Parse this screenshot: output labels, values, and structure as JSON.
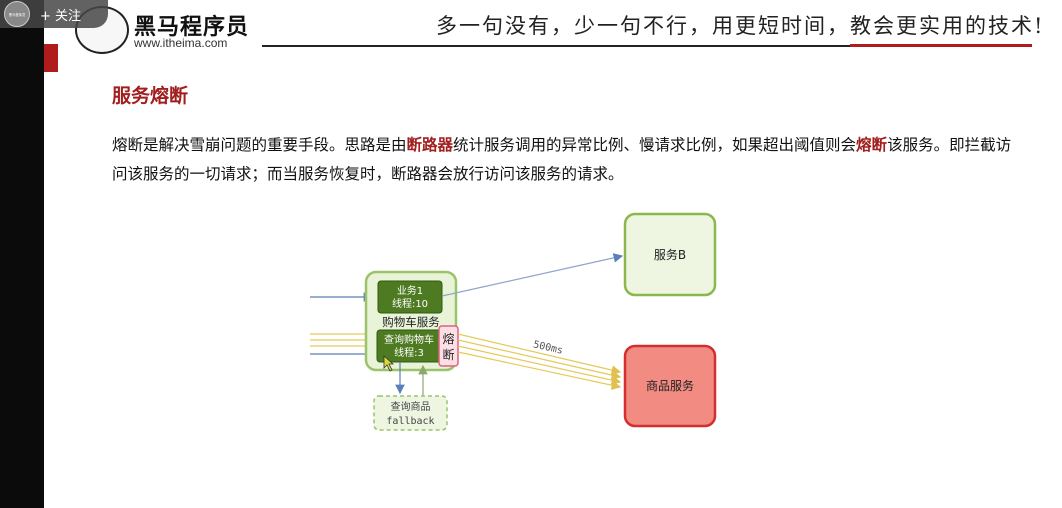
{
  "overlay": {
    "follow_label": "+ 关注",
    "avatar_text": "黑马程序员"
  },
  "header": {
    "logo_title": "黑马程序员",
    "logo_url": "www.itheima.com",
    "slogan": "多一句没有，少一句不行，用更短时间，教会更实用的技术!"
  },
  "content": {
    "title": "服务熔断",
    "para_part1": "熔断是解决雪崩问题的重要手段。思路是由",
    "para_hl1": "断路器",
    "para_part2": "统计服务调用的异常比例、慢请求比例，如果超出阈值则会",
    "para_hl2": "熔断",
    "para_part3": "该服务。即拦截访问该服务的一切请求；而当服务恢复时，断路器会放行访问该服务的请求。"
  },
  "diagram": {
    "service_b": "服务B",
    "product_service": "商品服务",
    "cart_service": "购物车服务",
    "biz1_line1": "业务1",
    "biz1_line2": "线程:10",
    "query_line1": "查询购物车",
    "query_line2": "线程:3",
    "breaker_line1": "熔",
    "breaker_line2": "断",
    "fallback_line1": "查询商品",
    "fallback_line2": "fallback",
    "latency": "500ms"
  },
  "colors": {
    "accent_red": "#a11f1f",
    "green_border": "#7cb342",
    "green_fill": "#e8f3d8",
    "dark_green": "#4e7a22",
    "red_fill": "#f28b82",
    "red_border": "#d32f2f"
  }
}
